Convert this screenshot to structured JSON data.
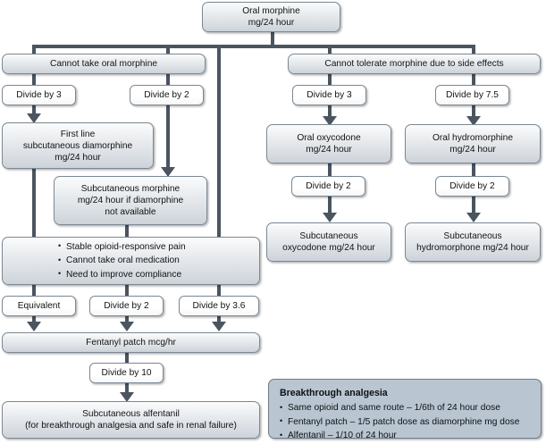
{
  "diagram": {
    "title": "Opioid conversion flowchart",
    "accent_line_color": "#4a5560",
    "node_border_color": "#7d8893",
    "panel_fill_color": "#b9c6d2"
  },
  "nodes": {
    "root": "Oral morphine\nmg/24 hour",
    "root_line1": "Oral morphine",
    "root_line2": "mg/24 hour",
    "branch_left": "Cannot take oral morphine",
    "branch_right": "Cannot tolerate morphine due to side effects",
    "div_by_3_left": "Divide by 3",
    "div_by_2_left": "Divide by 2",
    "div_by_3_right": "Divide by 3",
    "div_by_7_5_right": "Divide by 7.5",
    "first_line_l1": "First line",
    "first_line_l2": "subcutaneous diamorphine",
    "first_line_l3": "mg/24 hour",
    "sc_morphine_l1": "Subcutaneous morphine",
    "sc_morphine_l2": "mg/24 hour if diamorphine",
    "sc_morphine_l3": "not available",
    "oral_oxycodone_l1": "Oral oxycodone",
    "oral_oxycodone_l2": "mg/24 hour",
    "oral_hydromorphine_l1": "Oral hydromorphine",
    "oral_hydromorphine_l2": "mg/24 hour",
    "div_by_2_oxy": "Divide by 2",
    "div_by_2_hydro": "Divide by 2",
    "sc_oxycodone_l1": "Subcutaneous",
    "sc_oxycodone_l2": "oxycodone mg/24 hour",
    "sc_hydromorphone_l1": "Subcutaneous",
    "sc_hydromorphone_l2": "hydromorphone mg/24 hour",
    "criteria_bullets": [
      "Stable opioid-responsive pain",
      "Cannot take oral medication",
      "Need to improve compliance"
    ],
    "equivalent": "Equivalent",
    "div_by_2_mid": "Divide by 2",
    "div_by_3_6": "Divide by 3.6",
    "fentanyl_patch": "Fentanyl patch mcg/hr",
    "div_by_10": "Divide by 10",
    "alfentanil_l1": "Subcutaneous alfentanil",
    "alfentanil_l2": "(for breakthrough analgesia and safe in renal failure)"
  },
  "breakthrough_panel": {
    "title": "Breakthrough analgesia",
    "bullets": [
      "Same opioid and same route – 1/6th of 24 hour dose",
      "Fentanyl patch – 1/5 patch dose as diamorphine mg dose",
      "Alfentanil – 1/10 of 24 hour"
    ]
  }
}
